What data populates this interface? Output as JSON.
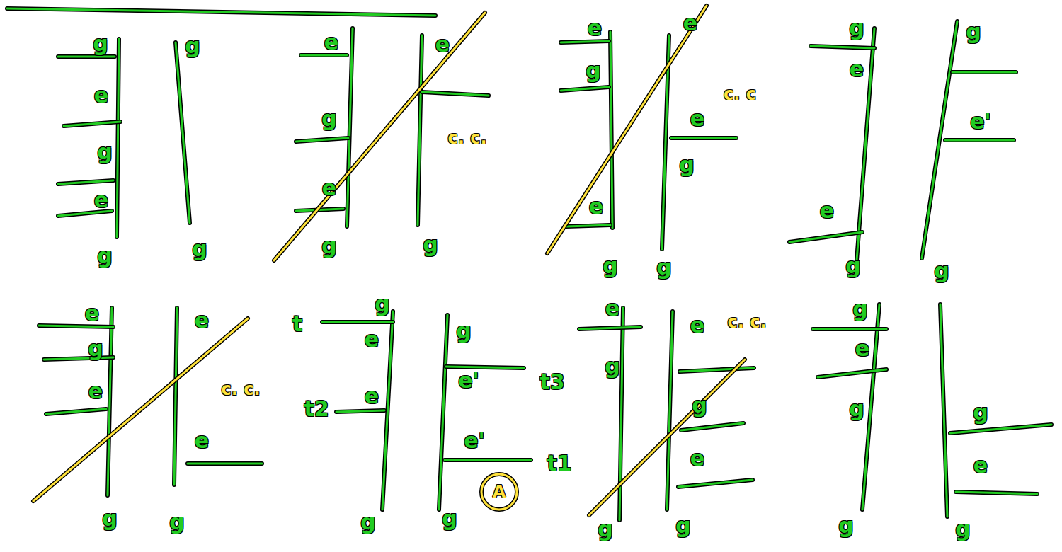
{
  "diagram": {
    "labels": [
      "g",
      "e",
      "g",
      "e",
      "g",
      "g",
      "g",
      "e",
      "g",
      "e",
      "g",
      "e",
      "c. c.",
      "g",
      "e",
      "g",
      "e",
      "g",
      "e",
      "c. c",
      "e",
      "g",
      "g",
      "g",
      "e",
      "e",
      "g",
      "g",
      "e'",
      "g",
      "e",
      "g",
      "e",
      "g",
      "e",
      "c. c.",
      "e",
      "g",
      "t",
      "g",
      "e",
      "t2",
      "e",
      "g",
      "g",
      "e'",
      "t3",
      "e'",
      "t1",
      "A",
      "g",
      "e",
      "g",
      "g",
      "e",
      "c. c.",
      "g",
      "e",
      "g",
      "g",
      "e",
      "g",
      "g",
      "g",
      "e",
      "g"
    ]
  }
}
